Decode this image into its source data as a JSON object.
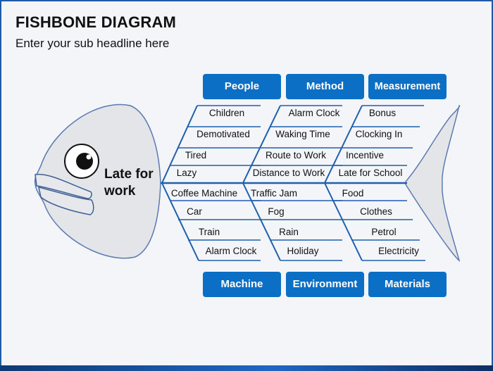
{
  "title": "FISHBONE DIAGRAM",
  "subtitle": "Enter your sub headline here",
  "effect": "Late for work",
  "categories_top": [
    {
      "label": "People",
      "causes": [
        "Children",
        "Demotivated",
        "Tired",
        "Lazy"
      ]
    },
    {
      "label": "Method",
      "causes": [
        "Alarm Clock",
        "Waking Time",
        "Route to Work",
        "Distance to Work"
      ]
    },
    {
      "label": "Measurement",
      "causes": [
        "Bonus",
        "Clocking In",
        "Incentive",
        "Late for School"
      ]
    }
  ],
  "categories_bottom": [
    {
      "label": "Machine",
      "causes": [
        "Coffee Machine",
        "Car",
        "Train",
        "Alarm Clock"
      ]
    },
    {
      "label": "Environment",
      "causes": [
        "Traffic Jam",
        "Fog",
        "Rain",
        "Holiday"
      ]
    },
    {
      "label": "Materials",
      "causes": [
        "Food",
        "Clothes",
        "Petrol",
        "Electricity"
      ]
    }
  ],
  "colors": {
    "accent": "#0b6fc5",
    "line": "#1f5fae",
    "fish_fill": "#e3e5e8"
  }
}
